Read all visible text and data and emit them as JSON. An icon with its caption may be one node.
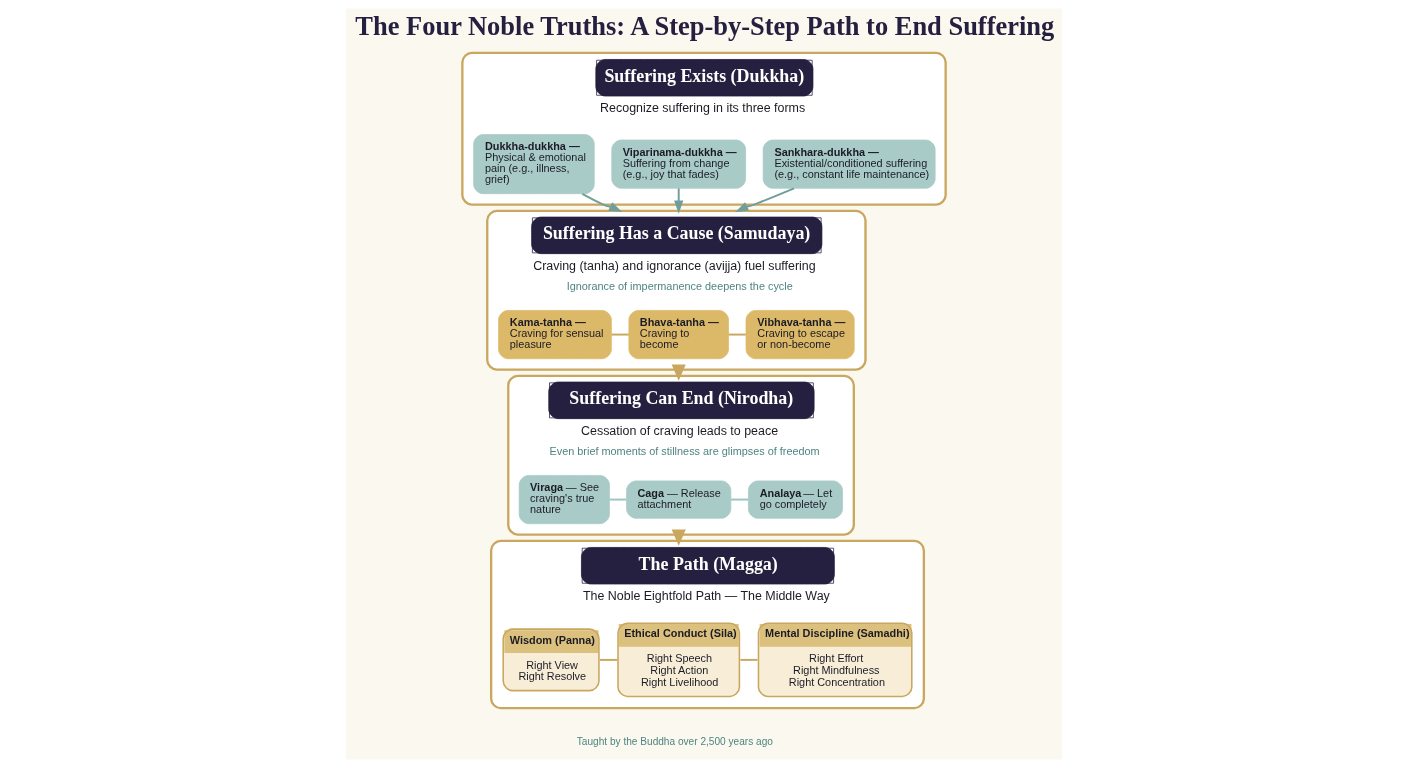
{
  "diagram": {
    "title": "The Four Noble Truths: A Step-by-Step Path to End Suffering",
    "nodes": [
      {
        "text": [
          "Suffering Exists (Dukkha)",
          "Recognize suffering in its three forms"
        ]
      },
      {
        "text": [
          "Dukkha-dukkha —",
          "Physical & emotional pain (e.g., illness, grief)"
        ],
        "in": 0
      },
      {
        "text": [
          "Viparinama-dukkha —",
          "Suffering from change (e.g., joy that fades)"
        ],
        "in": 0
      },
      {
        "text": [
          "Sankhara-dukkha —",
          "Existential/conditioned suffering (e.g., constant life maintenance)"
        ],
        "in": 0
      },
      {
        "text": [
          "Suffering Has a Cause (Samudaya)",
          "Craving (tanha) and ignorance (avijja) fuel suffering",
          "Ignorance of impermanence deepens the cycle"
        ]
      },
      {
        "text": [
          "Kama-tanha —",
          "Craving for sensual pleasure"
        ],
        "in": 4
      },
      {
        "text": [
          "Bhava-tanha —",
          "Craving to become"
        ],
        "in": 4
      },
      {
        "text": [
          "Vibhava-tanha —",
          "Craving to escape or non-become"
        ],
        "in": 4
      },
      {
        "text": [
          "Suffering Can End (Nirodha)",
          "Cessation of craving leads to peace",
          "Even brief moments of stillness are glimpses of freedom"
        ]
      },
      {
        "text": [
          "**Viraga** — See craving's true nature"
        ],
        "in": 8
      },
      {
        "text": [
          "**Caga** — Release attachment"
        ],
        "in": 8
      },
      {
        "text": [
          "**Analaya** — Let go completely"
        ],
        "in": 8
      },
      {
        "text": [
          "The Path (Magga)",
          "The Noble Eightfold Path — The Middle Way"
        ]
      },
      {
        "text": [
          "Wisdom (Panna)",
          "Right View",
          "Right Resolve"
        ],
        "in": 12
      },
      {
        "text": [
          "Ethical Conduct (Sila)",
          "Right Speech",
          "Right Action",
          "Right Livelihood"
        ],
        "in": 12
      },
      {
        "text": [
          "Mental Discipline (Samadhi)",
          "Right Effort",
          "Right Mindfulness",
          "Right Concentration"
        ],
        "in": 12
      }
    ],
    "edges": [
      {
        "from": 1,
        "to": 4,
        "arrow": "to",
        "color": "#6f9e9c"
      },
      {
        "from": 2,
        "to": 4,
        "arrow": "to",
        "color": "#6f9e9c"
      },
      {
        "from": 3,
        "to": 4,
        "arrow": "to",
        "color": "#6f9e9c"
      },
      {
        "from": 5,
        "to": 6,
        "arrow": "none"
      },
      {
        "from": 6,
        "to": 7,
        "arrow": "none"
      },
      {
        "from": 4,
        "to": 8,
        "arrow": "to",
        "style": "thick"
      },
      {
        "from": 9,
        "to": 10,
        "arrow": "none",
        "color": "#9cc4c1"
      },
      {
        "from": 10,
        "to": 11,
        "arrow": "none",
        "color": "#9cc4c1"
      },
      {
        "from": 8,
        "to": 12,
        "arrow": "to",
        "style": "thick"
      },
      {
        "from": 13,
        "to": 14,
        "arrow": "none"
      },
      {
        "from": 14,
        "to": 15,
        "arrow": "none"
      }
    ],
    "labels": [
      "Taught by the Buddha over 2,500 years ago"
    ]
  }
}
